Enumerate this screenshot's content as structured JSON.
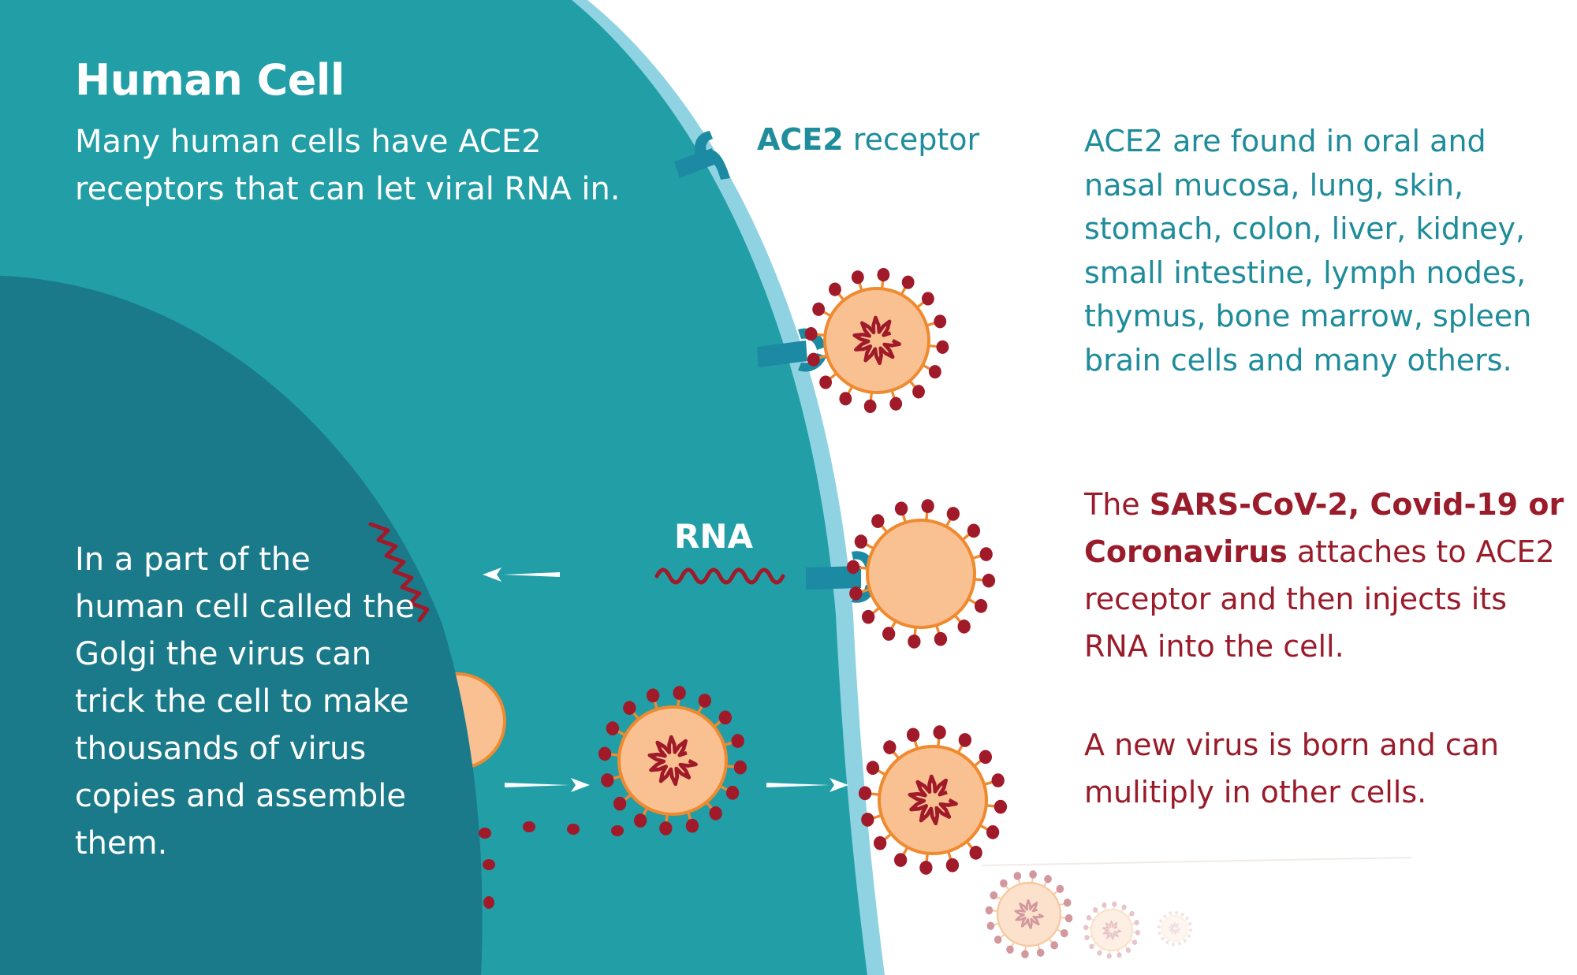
{
  "title": "Human Cell",
  "intro": "Many human cells  have ACE2 receptors that can let viral RNA in.",
  "golgi_text": "In a part of the human cell called the Golgi the virus can trick the cell to make thousands of virus copies and assemble them.",
  "ace2_label": {
    "bold": "ACE2",
    "rest": " receptor"
  },
  "ace2_info": "ACE2 are found in oral and nasal mucosa, lung, skin, stomach, colon, liver, kidney, small intestine, lymph nodes, thymus, bone marrow, spleen brain cells and many others.",
  "rna_label": "RNA",
  "sars_info": {
    "pre": "The ",
    "bold": "SARS-CoV-2, Covid-19 or Coronavirus",
    "post": " attaches to ACE2 receptor and then injects its RNA into the cell."
  },
  "new_virus_info": "A new virus is born and can mulitiply in other cells.",
  "colors": {
    "cell": "#219ea6",
    "golgi": "#1b7a89",
    "membrane": "#8fd3e2",
    "receptor": "#1d8aa3",
    "virus_body": "#f9c191",
    "virus_outline": "#ef8a30",
    "spike": "#a01a2a",
    "text_teal": "#1e8c9a",
    "text_red": "#9a1c2b"
  },
  "icons": [
    "ace2-receptor-icon",
    "virus-icon",
    "rna-strand-icon",
    "arrow-left-icon",
    "arrow-right-icon"
  ]
}
